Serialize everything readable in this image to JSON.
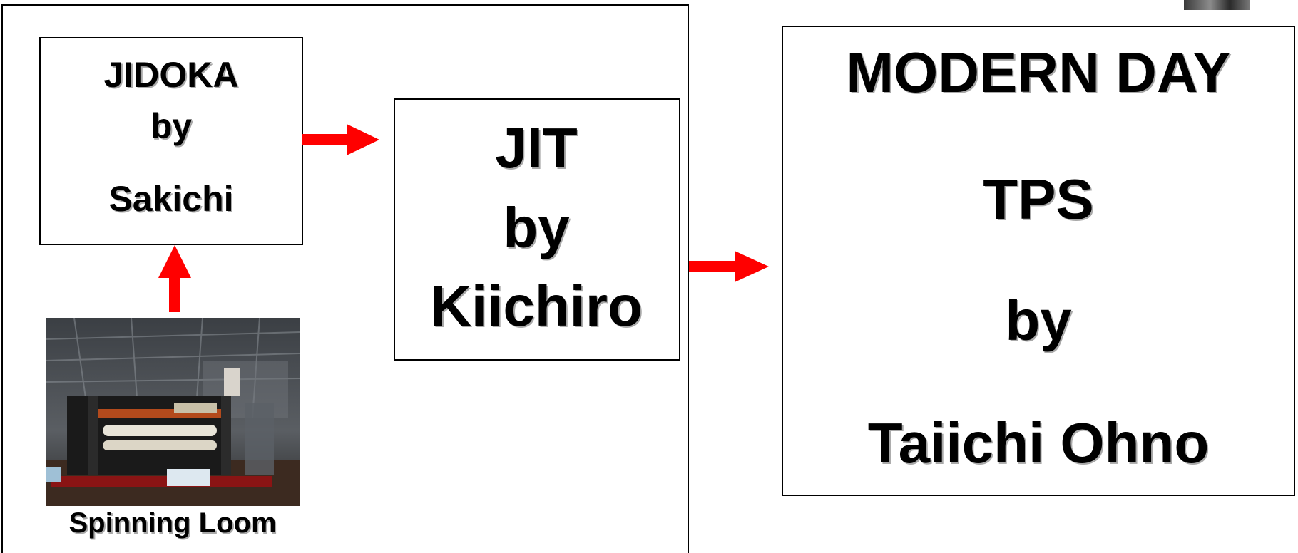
{
  "jidoka": {
    "line1": "JIDOKA",
    "line2": "by",
    "line3": "Sakichi"
  },
  "jit": {
    "line1": "JIT",
    "line2": "by",
    "line3": "Kiichiro"
  },
  "tps": {
    "line1": "MODERN DAY",
    "line2": "TPS",
    "line3": "by",
    "line4": "Taiichi Ohno"
  },
  "photo": {
    "caption": "Spinning Loom"
  },
  "colors": {
    "arrow": "#ff0000",
    "text_shadow": "#a9a9a9",
    "border": "#000000"
  },
  "icons": {
    "arrows": [
      "right-arrow-icon",
      "right-arrow-icon",
      "up-arrow-icon"
    ]
  }
}
